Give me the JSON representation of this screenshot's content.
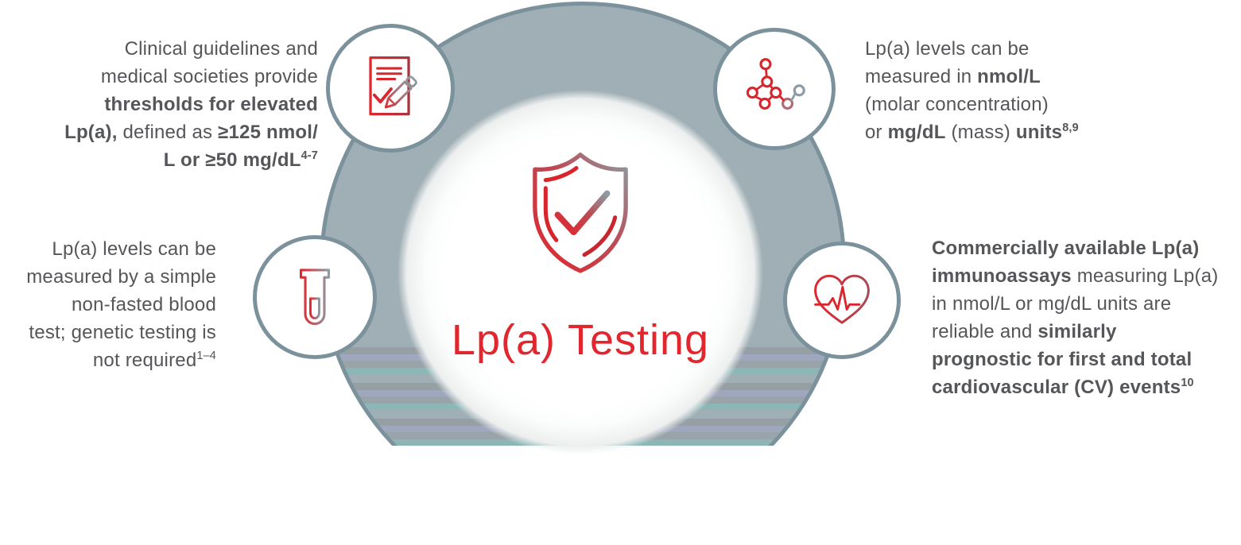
{
  "colors": {
    "red": "#e2262d",
    "slate": "#9fafb5",
    "slate-border": "#7b929c",
    "icon-gray": "#8d9ba3",
    "text": "#55565a",
    "white": "#ffffff"
  },
  "center": {
    "icon": "shield-check-icon",
    "title": "Lp(a) Testing"
  },
  "callouts": {
    "guidelines": {
      "icon": "document-pen-icon",
      "lines": [
        [
          {
            "t": "Clinical guidelines and"
          }
        ],
        [
          {
            "t": "medical societies provide"
          }
        ],
        [
          {
            "t": "thresholds for elevated",
            "b": true
          }
        ],
        [
          {
            "t": "Lp(a),",
            "b": true
          },
          {
            "t": " defined as "
          },
          {
            "t": "≥125 nmol/",
            "b": true
          }
        ],
        [
          {
            "t": "L or ≥50 mg/dL",
            "b": true
          },
          {
            "t": "4-7",
            "b": true,
            "s": true
          }
        ]
      ]
    },
    "blood_test": {
      "icon": "test-tube-icon",
      "lines": [
        [
          {
            "t": "Lp(a) levels can be"
          }
        ],
        [
          {
            "t": "measured by a simple"
          }
        ],
        [
          {
            "t": "non-fasted blood"
          }
        ],
        [
          {
            "t": "test; genetic testing is"
          }
        ],
        [
          {
            "t": "not required"
          },
          {
            "t": "1–4",
            "s": true
          }
        ]
      ]
    },
    "units": {
      "icon": "molecule-icon",
      "lines": [
        [
          {
            "t": "Lp(a) levels can be"
          }
        ],
        [
          {
            "t": "measured in "
          },
          {
            "t": "nmol/L",
            "b": true
          }
        ],
        [
          {
            "t": "(molar concentration)"
          }
        ],
        [
          {
            "t": "or "
          },
          {
            "t": "mg/dL",
            "b": true
          },
          {
            "t": " (mass) "
          },
          {
            "t": "units",
            "b": true
          },
          {
            "t": "8,9",
            "b": true,
            "s": true
          }
        ]
      ]
    },
    "immunoassays": {
      "icon": "heart-pulse-icon",
      "lines": [
        [
          {
            "t": "Commercially available Lp(a)",
            "b": true
          }
        ],
        [
          {
            "t": "immunoassays",
            "b": true
          },
          {
            "t": " measuring Lp(a)"
          }
        ],
        [
          {
            "t": "in nmol/L or mg/dL units are"
          }
        ],
        [
          {
            "t": "reliable and "
          },
          {
            "t": "similarly",
            "b": true
          }
        ],
        [
          {
            "t": "prognostic for first and total",
            "b": true
          }
        ],
        [
          {
            "t": "cardiovascular (CV) events",
            "b": true
          },
          {
            "t": "10",
            "b": true,
            "s": true
          }
        ]
      ]
    }
  }
}
